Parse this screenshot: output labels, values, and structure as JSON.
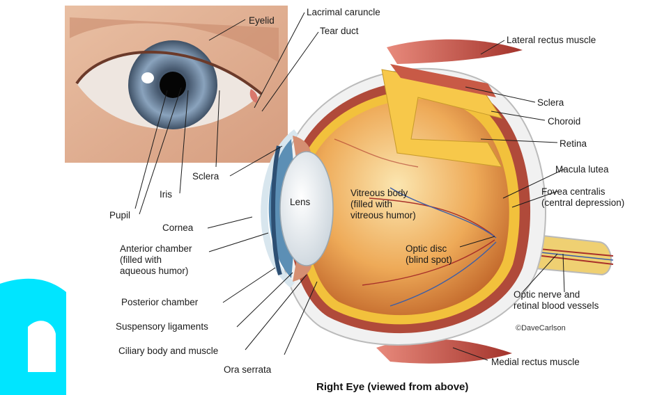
{
  "caption": "Right Eye (viewed from above)",
  "credit": "©DaveCarlson",
  "labels": {
    "eyelid": "Eyelid",
    "lacrimal_caruncle": "Lacrimal caruncle",
    "tear_duct": "Tear duct",
    "lateral_rectus": "Lateral rectus muscle",
    "sclera_right": "Sclera",
    "choroid": "Choroid",
    "retina": "Retina",
    "macula": "Macula lutea",
    "fovea_1": "Fovea centralis",
    "fovea_2": "(central depression)",
    "sclera_left": "Sclera",
    "iris": "Iris",
    "pupil": "Pupil",
    "cornea": "Cornea",
    "lens": "Lens",
    "vitreous_1": "Vitreous body",
    "vitreous_2": "(filled with",
    "vitreous_3": "vitreous humor)",
    "anterior_1": "Anterior chamber",
    "anterior_2": "(filled with",
    "anterior_3": "aqueous humor)",
    "optic_disc_1": "Optic disc",
    "optic_disc_2": "(blind spot)",
    "optic_nerve_1": "Optic nerve and",
    "optic_nerve_2": "retinal blood vessels",
    "posterior": "Posterior chamber",
    "suspensory": "Suspensory ligaments",
    "ciliary": "Ciliary body and muscle",
    "ora": "Ora serrata",
    "medial_rectus": "Medial rectus muscle"
  },
  "colors": {
    "accent_cyan": "#00e5ff",
    "sclera_white": "#f2f2f2",
    "choroid": "#b04a3a",
    "retina_yellow": "#f2c13c",
    "vitreous": "#e8a653",
    "iris_blue": "#6f8aa8",
    "muscle": "#c0504a"
  }
}
